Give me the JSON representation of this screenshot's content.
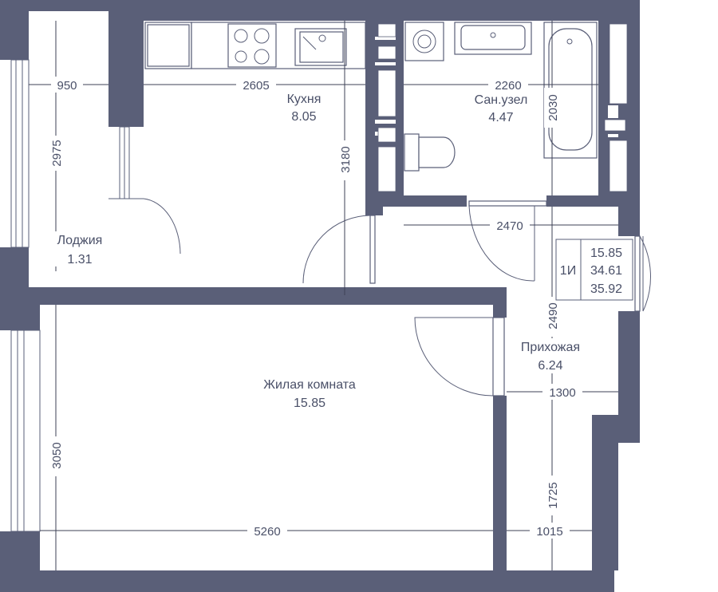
{
  "colors": {
    "wall": "#5a5f78",
    "background": "#ffffff",
    "text": "#4a5068"
  },
  "rooms": {
    "loggia": {
      "name": "Лоджия",
      "area": "1.31"
    },
    "kitchen": {
      "name": "Кухня",
      "area": "8.05"
    },
    "bathroom": {
      "name": "Сан.узел",
      "area": "4.47"
    },
    "living": {
      "name": "Жилая комната",
      "area": "15.85"
    },
    "hallway": {
      "name": "Прихожая",
      "area": "6.24"
    }
  },
  "dimensions": {
    "loggia_width": "950",
    "loggia_length": "2975",
    "kitchen_width": "2605",
    "kitchen_length": "3180",
    "bath_width": "2260",
    "bath_length": "2030",
    "hall_top_width": "2470",
    "hall_length": "2490",
    "hall_mid_width": "1300",
    "living_length": "3050",
    "living_width": "5260",
    "hall_bottom_length": "1725",
    "hall_bottom_width": "1015"
  },
  "apartment_info": {
    "type": "1И",
    "living_area": "15.85",
    "total_area": "34.61",
    "total_with_loggia": "35.92"
  }
}
